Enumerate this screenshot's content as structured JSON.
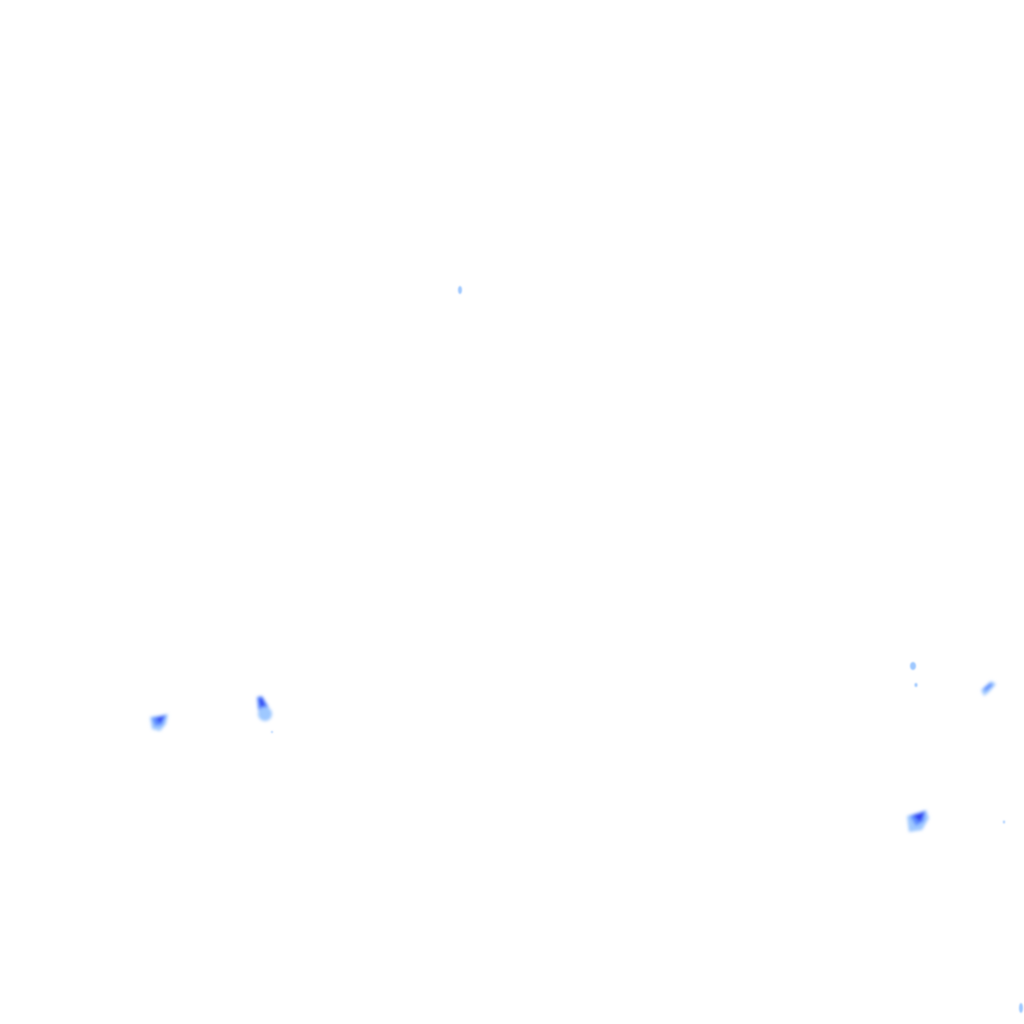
{
  "map": {
    "background_color": "#ffffff",
    "intensity_colors": {
      "light": "#9ec8ff",
      "medium": "#5b8cff",
      "heavy": "#2f3df2"
    },
    "echoes": [
      {
        "name": "echo-top-center",
        "intensity": "light"
      },
      {
        "name": "echo-left",
        "intensity": "heavy"
      },
      {
        "name": "echo-left-center",
        "intensity": "medium"
      },
      {
        "name": "echo-right-upper-a",
        "intensity": "light"
      },
      {
        "name": "echo-right-upper-b",
        "intensity": "light"
      },
      {
        "name": "echo-right-upper-c",
        "intensity": "medium"
      },
      {
        "name": "echo-right-lower",
        "intensity": "heavy"
      },
      {
        "name": "echo-right-edge",
        "intensity": "light"
      }
    ]
  }
}
